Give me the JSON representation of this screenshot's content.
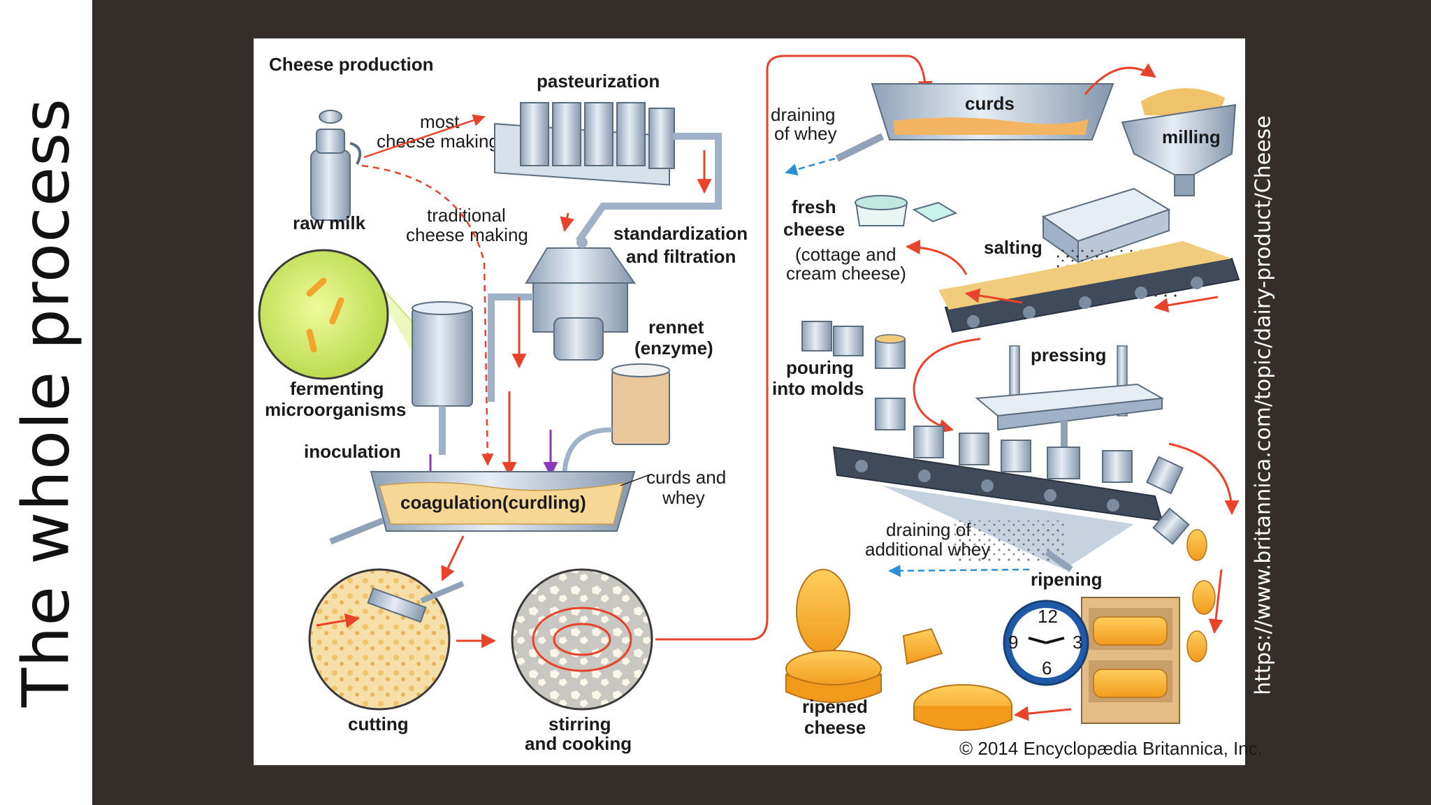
{
  "slide": {
    "title": "The whole process",
    "source_url": "https://www.britannica.com/topic/dairy-product/Cheese"
  },
  "diagram": {
    "title": "Cheese production",
    "copyright": "© 2014 Encyclopædia Britannica, Inc.",
    "labels": {
      "raw_milk": "raw milk",
      "most": "most",
      "cheese_making": "cheese making",
      "pasteurization": "pasteurization",
      "traditional": "traditional",
      "traditional_cheese_making": "cheese making",
      "standardization": "standardization",
      "and_filtration": "and filtration",
      "fermenting": "fermenting",
      "microorganisms": "microorganisms",
      "rennet": "rennet",
      "enzyme": "(enzyme)",
      "inoculation": "inoculation",
      "coagulation": "coagulation(curdling)",
      "curds_and": "curds and",
      "whey": "whey",
      "cutting": "cutting",
      "stirring": "stirring",
      "and_cooking": "and cooking",
      "draining": "draining",
      "of_whey": "of whey",
      "curds": "curds",
      "milling": "milling",
      "fresh": "fresh",
      "cheese": "cheese",
      "cottage_and": "(cottage and",
      "cream_cheese": "cream cheese)",
      "salting": "salting",
      "pouring": "pouring",
      "into_molds": "into molds",
      "pressing": "pressing",
      "draining_of": "draining of",
      "additional_whey": "additional whey",
      "ripening": "ripening",
      "ripened": "ripened",
      "ripened_cheese": "cheese",
      "clock_12": "12",
      "clock_3": "3",
      "clock_6": "6",
      "clock_9": "9"
    }
  },
  "colors": {
    "background": "#342d29",
    "sidebar": "#ffffff",
    "arrow": "#e8432a",
    "whey_arrow": "#2a8fd6",
    "inoculation_arrow": "#8a3ab9",
    "metal": "#b9c7d8",
    "curd": "#f0b75a",
    "cheese": "#f6a623"
  }
}
